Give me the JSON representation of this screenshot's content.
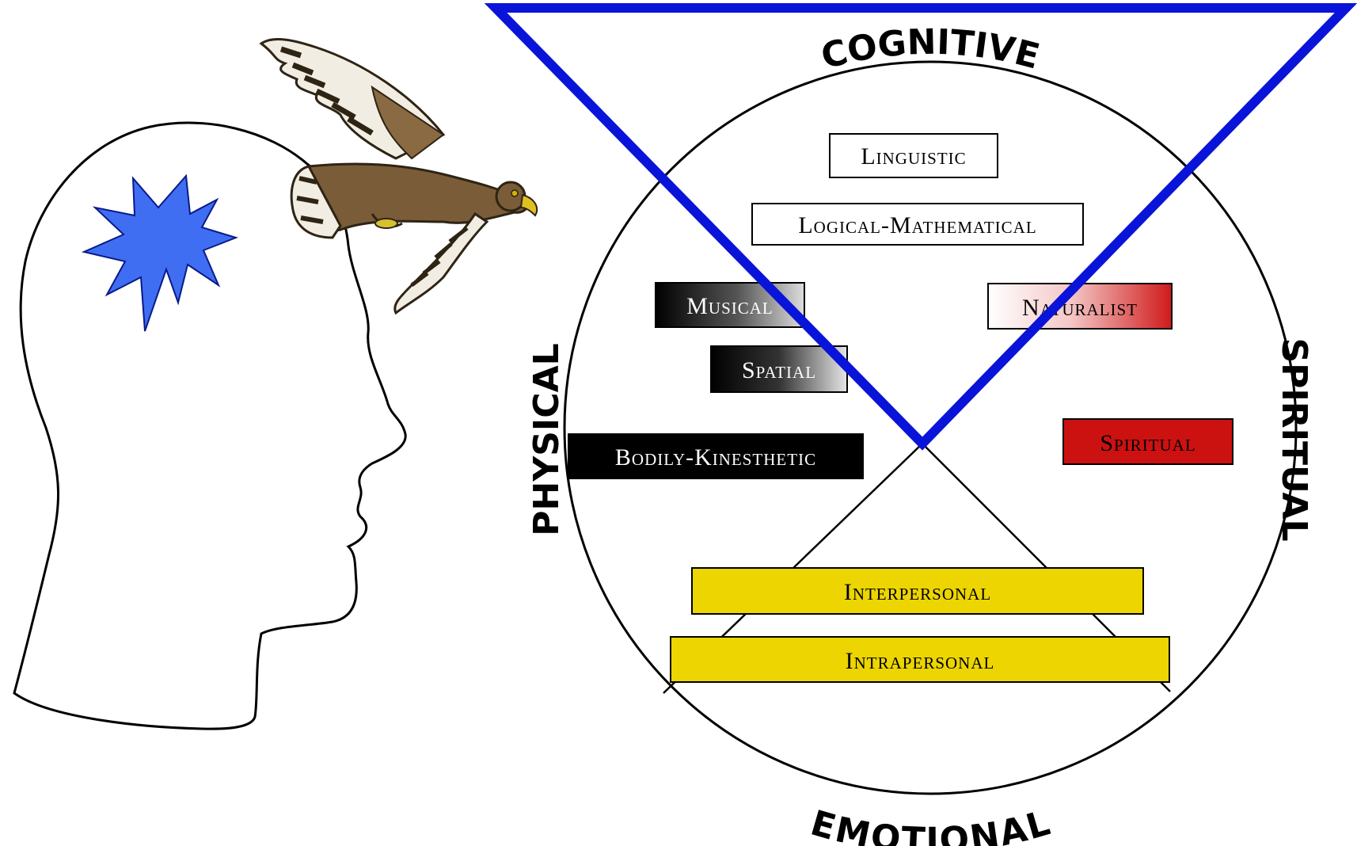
{
  "quadrants": {
    "top": "COGNITIVE",
    "left": "PHYSICAL",
    "right": "SPIRITUAL",
    "bottom": "EMOTIONAL"
  },
  "intelligences": {
    "linguistic": "Linguistic",
    "logical_mathematical": "Logical-Mathematical",
    "musical": "Musical",
    "spatial": "Spatial",
    "bodily_kinesthetic": "Bodily-Kinesthetic",
    "naturalist": "Naturalist",
    "spiritual": "Spiritual",
    "interpersonal": "Interpersonal",
    "intrapersonal": "Intrapersonal"
  },
  "colors": {
    "triangle": "#0a14d8",
    "burst": "#3f6ef2",
    "highlight_yellow": "#ecd500",
    "spiritual_red": "#cc1111",
    "hawk_brown": "#7a5c38"
  },
  "icons": [
    "head-silhouette-icon",
    "burst-icon",
    "hawk-icon"
  ]
}
